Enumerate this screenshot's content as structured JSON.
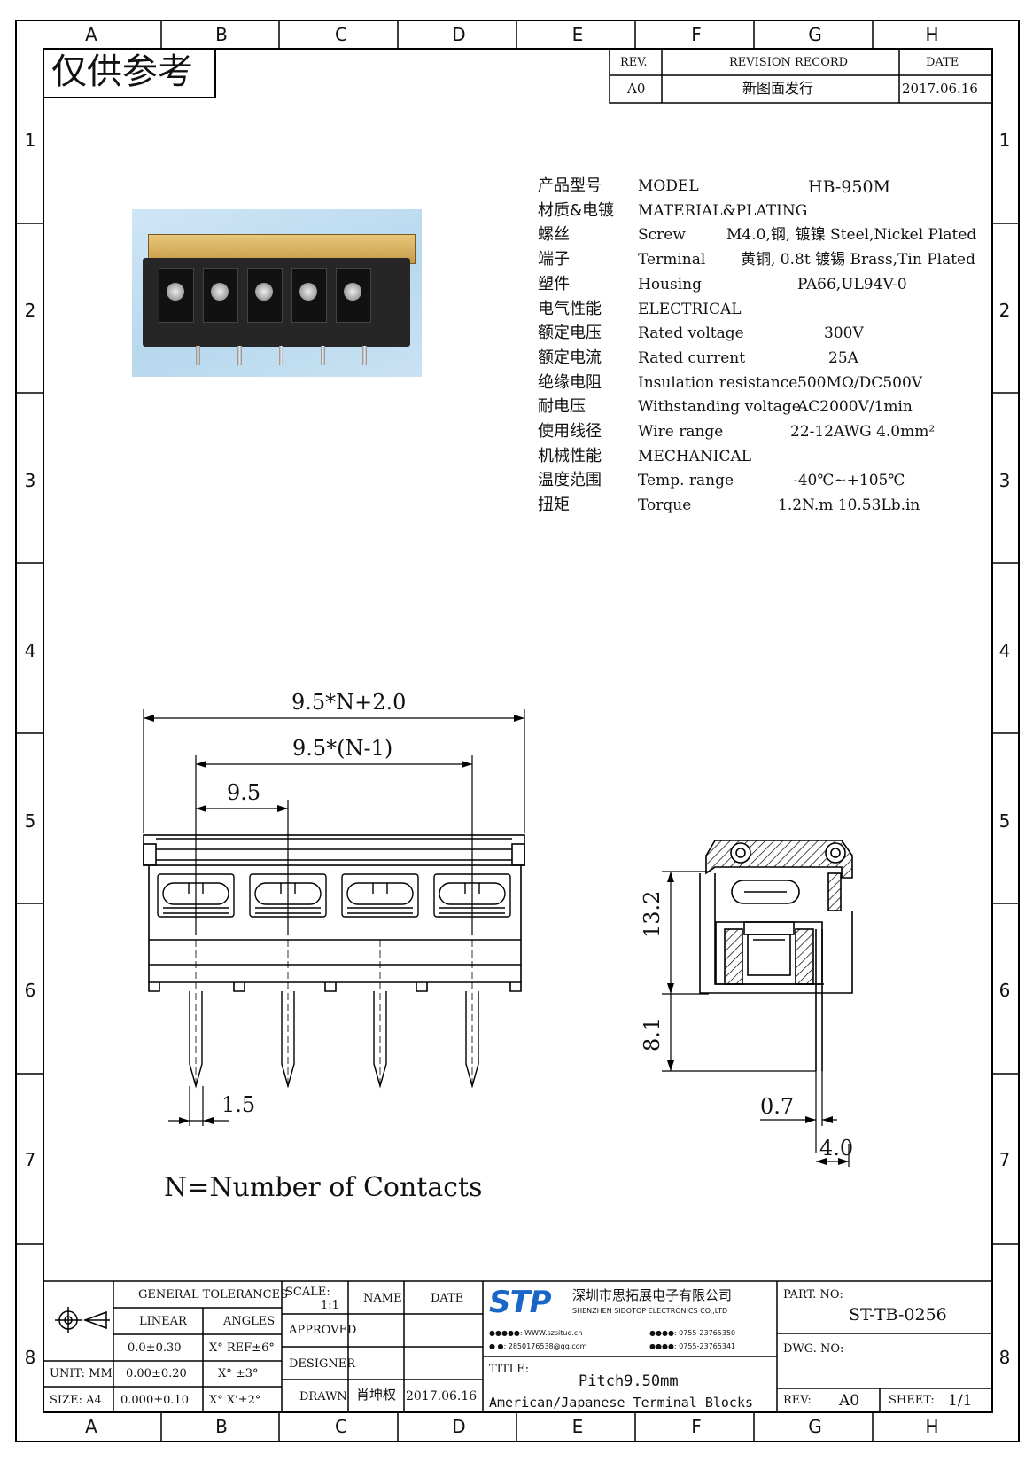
{
  "zones": {
    "columns": [
      "A",
      "B",
      "C",
      "D",
      "E",
      "F",
      "G",
      "H"
    ],
    "rows": [
      "1",
      "2",
      "3",
      "4",
      "5",
      "6",
      "7",
      "8"
    ]
  },
  "stamp": "仅供参考",
  "revision": {
    "header_rev": "REV.",
    "header_record": "REVISION RECORD",
    "header_date": "DATE",
    "rev": "A0",
    "record": "新图面发行",
    "date": "2017.06.16"
  },
  "specs": [
    {
      "cn": "产品型号",
      "en": "MODEL",
      "value": "HB-950M"
    },
    {
      "cn": "材质&电镀",
      "en": "MATERIAL&PLATING",
      "value": ""
    },
    {
      "cn": "螺丝",
      "en": "Screw",
      "value": "M4.0,钢, 镀镍 Steel,Nickel Plated"
    },
    {
      "cn": "端子",
      "en": "Terminal",
      "value": "黄铜, 0.8t 镀锡 Brass,Tin Plated"
    },
    {
      "cn": "塑件",
      "en": "Housing",
      "value": "PA66,UL94V-0"
    },
    {
      "cn": "电气性能",
      "en": "ELECTRICAL",
      "value": ""
    },
    {
      "cn": "额定电压",
      "en": "Rated voltage",
      "value": "300V"
    },
    {
      "cn": "额定电流",
      "en": "Rated current",
      "value": "25A"
    },
    {
      "cn": "绝缘电阻",
      "en": "Insulation resistance",
      "value": "500MΩ/DC500V"
    },
    {
      "cn": "耐电压",
      "en": "Withstanding voltage",
      "value": "AC2000V/1min"
    },
    {
      "cn": "使用线径",
      "en": "Wire range",
      "value": "22-12AWG 4.0mm²"
    },
    {
      "cn": "机械性能",
      "en": "MECHANICAL",
      "value": ""
    },
    {
      "cn": "温度范围",
      "en": "Temp. range",
      "value": "-40℃~+105℃"
    },
    {
      "cn": "扭矩",
      "en": "Torque",
      "value": "1.2N.m  10.53Lb.in"
    }
  ],
  "dims": {
    "overall": "9.5*N+2.0",
    "span": "9.5*(N-1)",
    "pitch": "9.5",
    "pin_width": "1.5",
    "height_body": "13.2",
    "height_pin": "8.1",
    "pin_thickness": "0.7",
    "pin_offset": "4.0"
  },
  "note": "N=Number of Contacts",
  "title_block": {
    "general_tolerances": "GENERAL TOLERANCES",
    "linear": "LINEAR",
    "angles": "ANGLES",
    "tol1_linear": "0.0±0.30",
    "tol1_angle": "X° REF±6°",
    "tol2_linear": "0.00±0.20",
    "tol2_angle": "X° ±3°",
    "tol3_linear": "0.000±0.10",
    "tol3_angle": "X° X'±2°",
    "unit": "UNIT: MM",
    "size": "SIZE: A4",
    "scale_label": "SCALE:",
    "scale_value": "1:1",
    "name_header": "NAME",
    "date_header": "DATE",
    "approved": "APPROVED",
    "designer": "DESIGNER",
    "drawn": "DRAWN",
    "drawn_name": "肖坤权",
    "drawn_date": "2017.06.16",
    "company_cn": "深圳市思拓展电子有限公司",
    "company_en": "SHENZHEN SIDOTOP ELECTRONICS CO.,LTD",
    "logo_text": "STP",
    "contact_1": "●●●●●: WWW.szsitue.cn",
    "contact_2": "●●●●: 0755-23765350",
    "contact_3": "●   ●: 2850176538@qq.com",
    "contact_4": "●●●●: 0755-23765341",
    "title_label": "TITLE:",
    "title_1": "Pitch9.50mm",
    "title_2": "American/Japanese Terminal Blocks",
    "part_no_label": "PART. NO:",
    "part_no": "ST-TB-0256",
    "dwg_no_label": "DWG. NO:",
    "rev_label": "REV:",
    "rev_value": "A0",
    "sheet_label": "SHEET:",
    "sheet_value": "1/1"
  }
}
